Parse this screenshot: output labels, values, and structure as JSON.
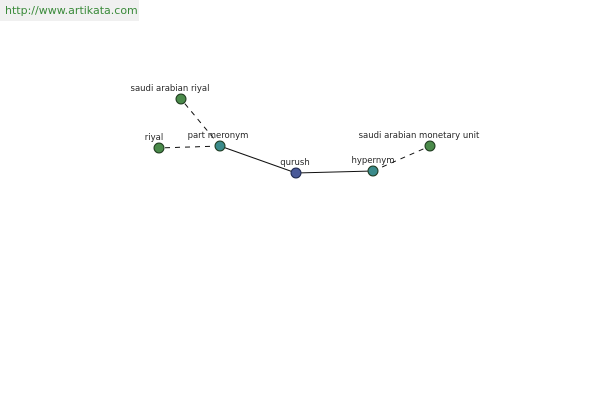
{
  "watermark": {
    "text": "http://www.artikata.com"
  },
  "colors": {
    "center_node": "#4a5a99",
    "relation_node": "#3a8a8a",
    "term_node": "#4a8a4a",
    "node_outline": "#1f3a1f",
    "edge": "#111111"
  },
  "graph": {
    "nodes": {
      "center": {
        "label": "qurush"
      },
      "part_meronym": {
        "label": "part meronym"
      },
      "hypernym": {
        "label": "hypernym"
      },
      "saudi_arabian_riyal": {
        "label": "saudi arabian riyal"
      },
      "riyal": {
        "label": "riyal"
      },
      "saudi_arabian_monetary_unit": {
        "label": "saudi arabian monetary unit"
      }
    },
    "edges": [
      {
        "from": "center",
        "to": "part_meronym",
        "style": "solid"
      },
      {
        "from": "center",
        "to": "hypernym",
        "style": "solid"
      },
      {
        "from": "part_meronym",
        "to": "saudi_arabian_riyal",
        "style": "dashed"
      },
      {
        "from": "part_meronym",
        "to": "riyal",
        "style": "dashed"
      },
      {
        "from": "hypernym",
        "to": "saudi_arabian_monetary_unit",
        "style": "dashed"
      }
    ]
  }
}
